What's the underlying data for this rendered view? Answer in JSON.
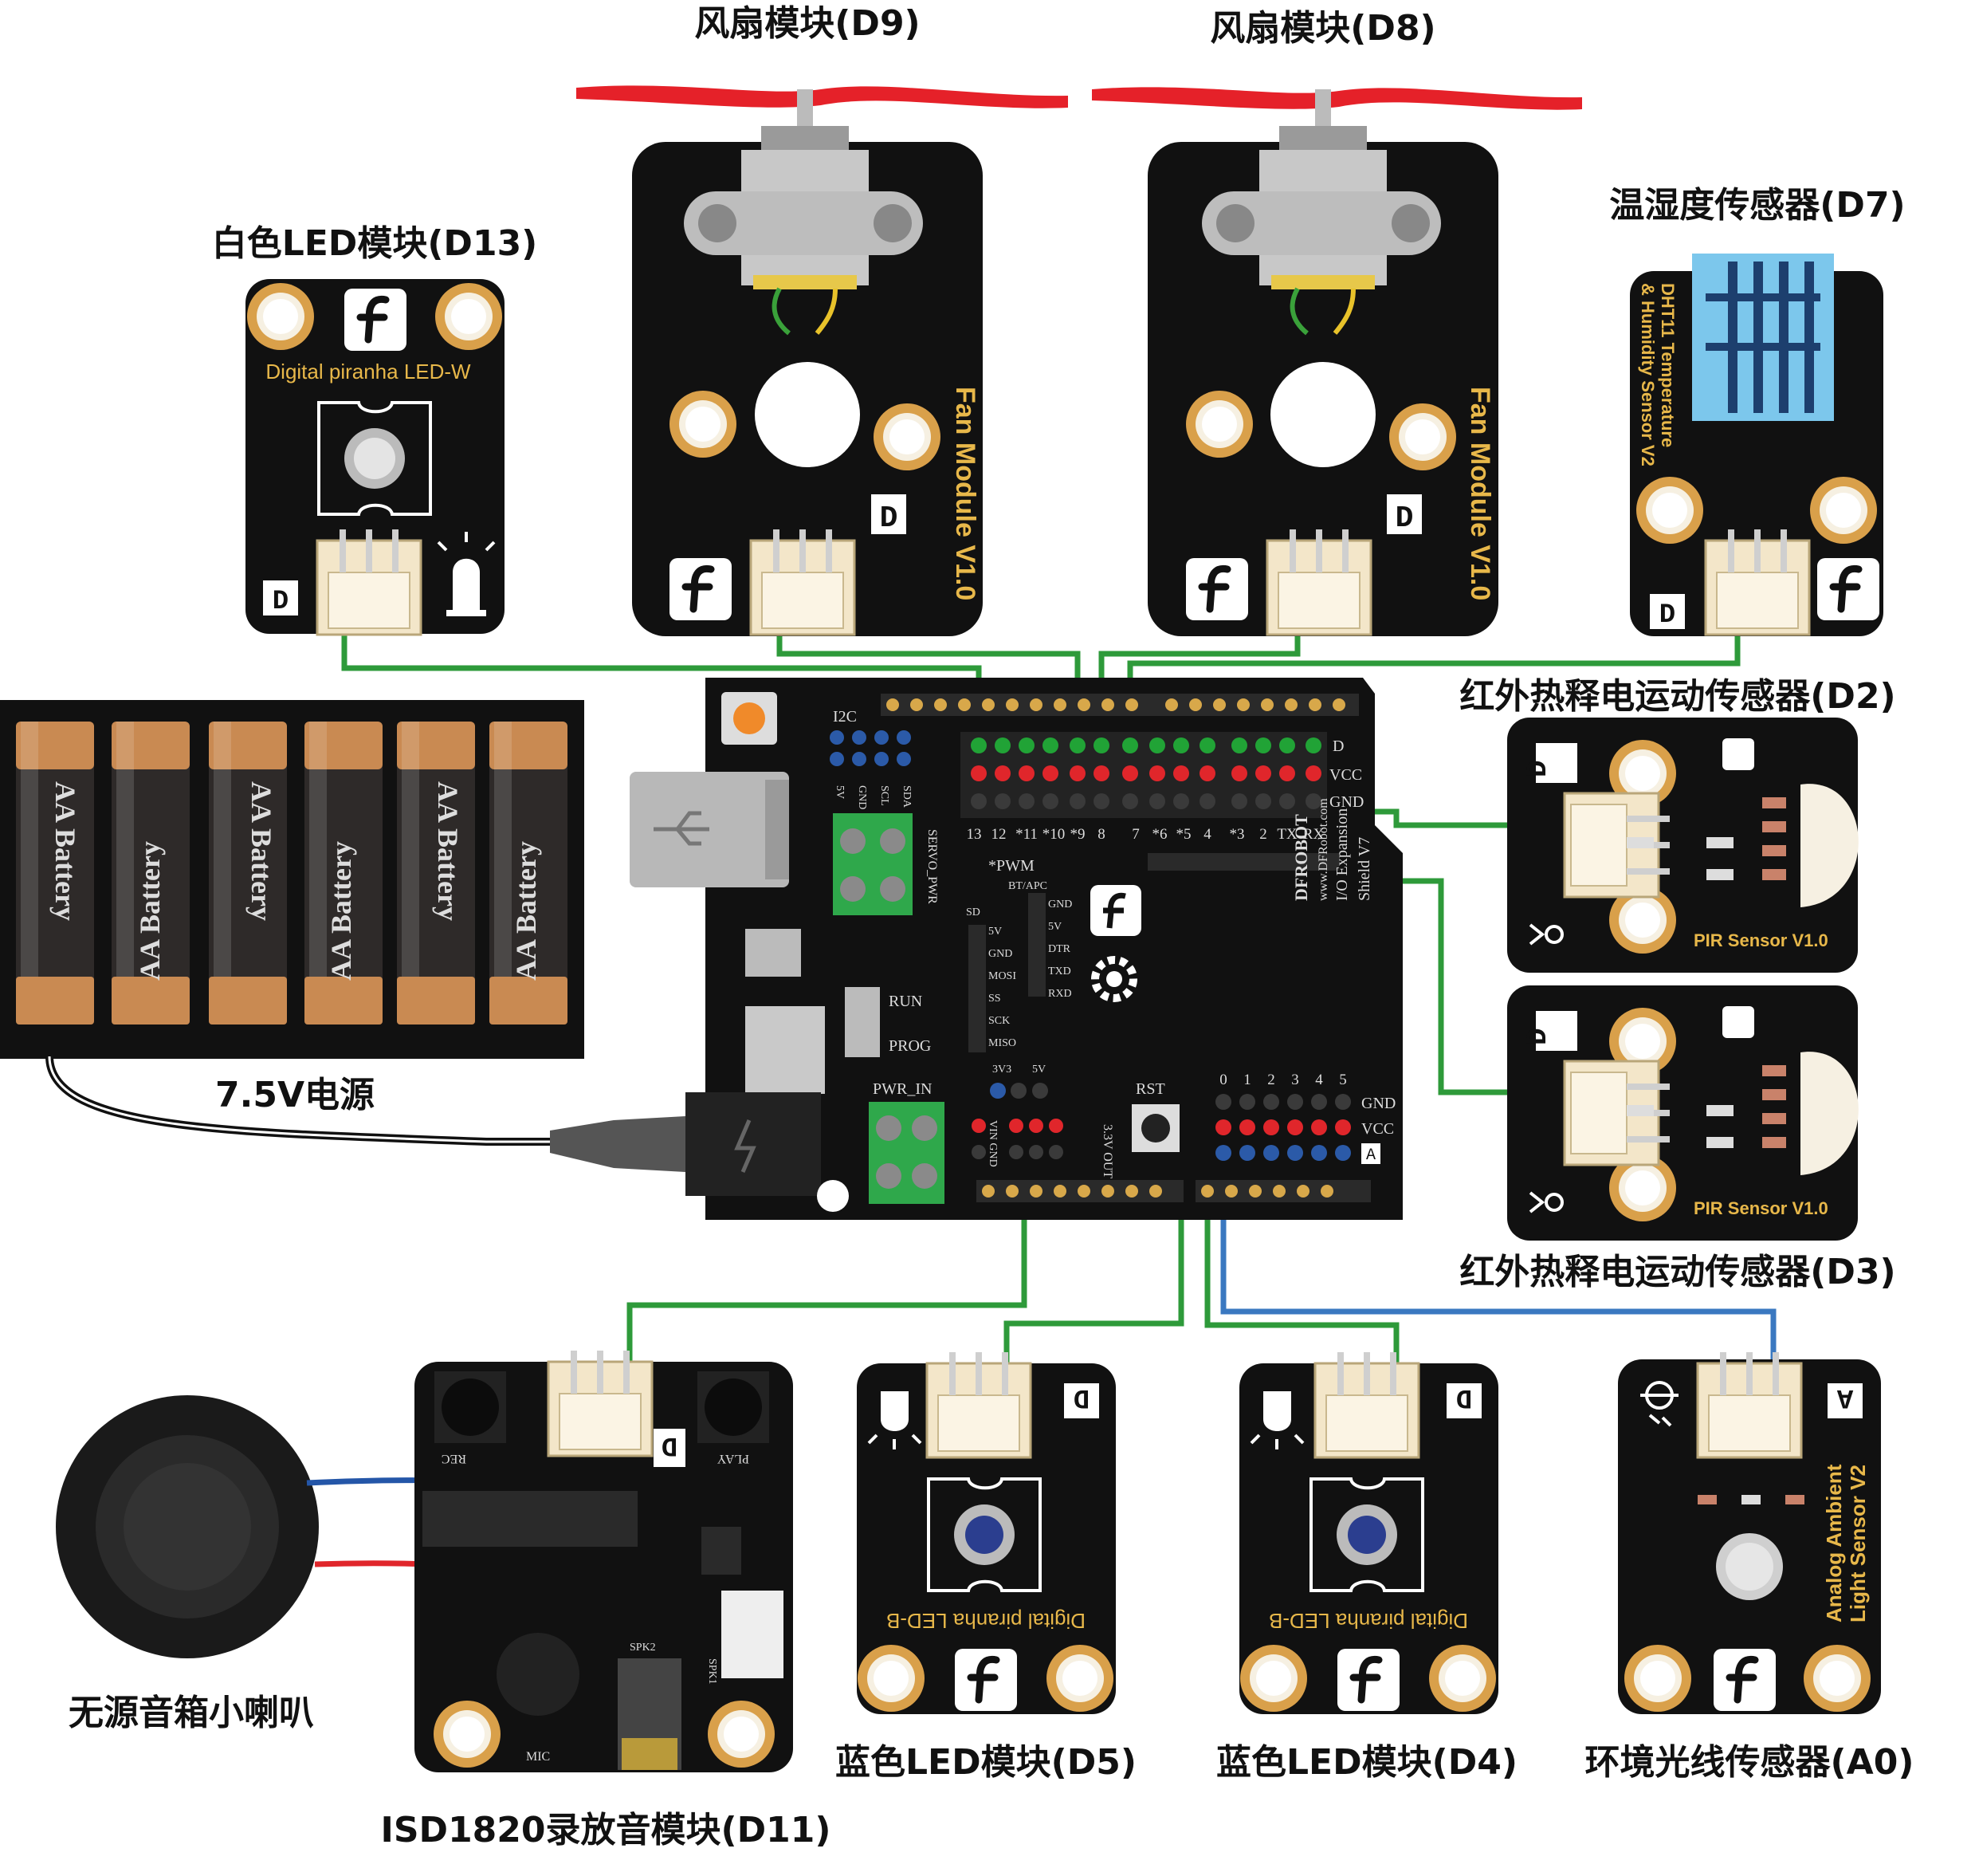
{
  "labels": {
    "fan_d9": "风扇模块(D9)",
    "fan_d8": "风扇模块(D8)",
    "white_led": "白色LED模块(D13)",
    "dht": "温湿度传感器(D7)",
    "pir_d2": "红外热释电运动传感器(D2)",
    "pir_d3": "红外热释电运动传感器(D3)",
    "power": "7.5V电源",
    "speaker": "无源音箱小喇叭",
    "isd": "ISD1820录放音模块(D11)",
    "blue_d5": "蓝色LED模块(D5)",
    "blue_d4": "蓝色LED模块(D4)",
    "light": "环境光线传感器(A0)"
  },
  "silk": {
    "fan_module": "Fan Module V1.0",
    "d": "D",
    "a": "A",
    "white_led": "Digital piranha LED-W",
    "blue_led": "Digital piranha LED-B",
    "dht": "DHT11 Temperature",
    "dht2": "& Humidity Sensor V2",
    "pir": "PIR Sensor V1.0",
    "light": "Analog Ambient",
    "light2": "Light Sensor V2",
    "battery": "AA Battery",
    "rec": "REC",
    "play": "PLAY",
    "mic": "MIC",
    "spk1": "SPK1",
    "spk2": "SPK2",
    "shield_brand": "DFROBOT",
    "shield_url": "www.DFRobot.com",
    "shield_name": "I/O Expansion",
    "shield_ver": "Shield V7"
  },
  "shield": {
    "digital_pins": [
      "13",
      "12",
      "*11",
      "*10",
      "*9",
      "8",
      "7",
      "*6",
      "*5",
      "4",
      "*3",
      "2",
      "TX",
      "RX"
    ],
    "analog_pins": [
      "0",
      "1",
      "2",
      "3",
      "4",
      "5"
    ],
    "row_d": "D",
    "row_vcc": "VCC",
    "row_gnd": "GND",
    "row_a": "A",
    "i2c": "I2C",
    "i2c_pins": [
      "5V",
      "GND",
      "SCL",
      "SDA"
    ],
    "servo_pwr": "SERVO_PWR",
    "pwm": "*PWM",
    "bt_apc": "BT/APC",
    "run": "RUN",
    "prog": "PROG",
    "pwr_in": "PWR_IN",
    "rst": "RST",
    "v3": "3V3",
    "v5": "5V",
    "out33": "3.3V OUT",
    "vin_gnd": "VIN GND",
    "sd_pins": [
      "SD",
      "5V",
      "GND",
      "MOSI",
      "SS",
      "SCK",
      "MISO"
    ],
    "bt_pins": [
      "GND",
      "5V",
      "DTR",
      "TXD",
      "RXD"
    ]
  },
  "colors": {
    "wire_signal": "#2e9a3a",
    "wire_analog": "#3a78c0",
    "pin_signal": "#21a336",
    "pin_vcc": "#e0262b",
    "pin_gnd": "#3a3a3a",
    "pin_analog": "#2b5aa8",
    "board": "#111111",
    "silk": "#e8b84a",
    "propeller": "#e52129"
  },
  "icons": [
    "usb-icon",
    "dfrobot-logo-icon",
    "gear-icon",
    "lightning-icon",
    "led-icon",
    "pir-icon",
    "light-sensor-icon"
  ]
}
